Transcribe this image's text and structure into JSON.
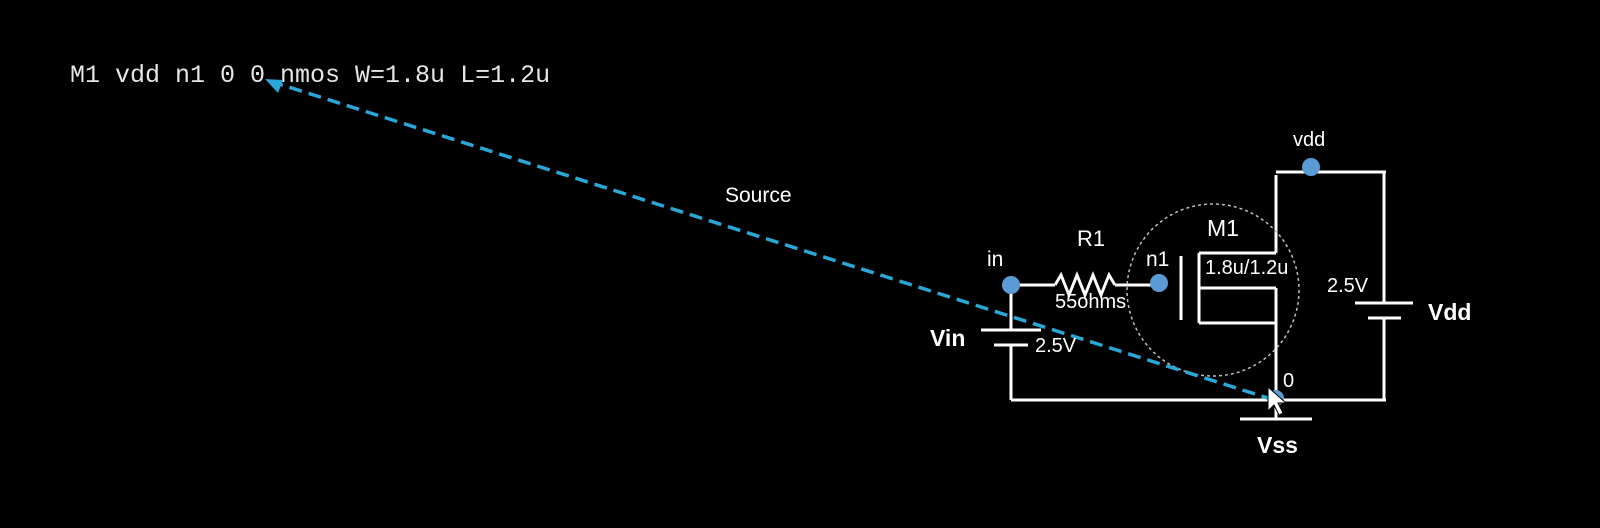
{
  "netlist_line": "M1 vdd n1 0 0 nmos W=1.8u L=1.2u",
  "arrow_label": "Source",
  "nodes": {
    "in": "in",
    "n1": "n1",
    "vdd": "vdd",
    "ground": "0"
  },
  "components": {
    "resistor": {
      "name": "R1",
      "value": "55ohms"
    },
    "transistor": {
      "name": "M1",
      "size": "1.8u/1.2u"
    },
    "vin_source": {
      "name": "Vin",
      "value": "2.5V"
    },
    "vdd_source": {
      "name": "Vdd",
      "value": "2.5V"
    },
    "vss_label": "Vss"
  },
  "colors": {
    "background": "#000000",
    "wire": "#ffffff",
    "node_dot": "#5b9bd5",
    "arrow": "#2aa7d6",
    "text": "#ffffff",
    "netlist_text": "#e6e6e6"
  }
}
